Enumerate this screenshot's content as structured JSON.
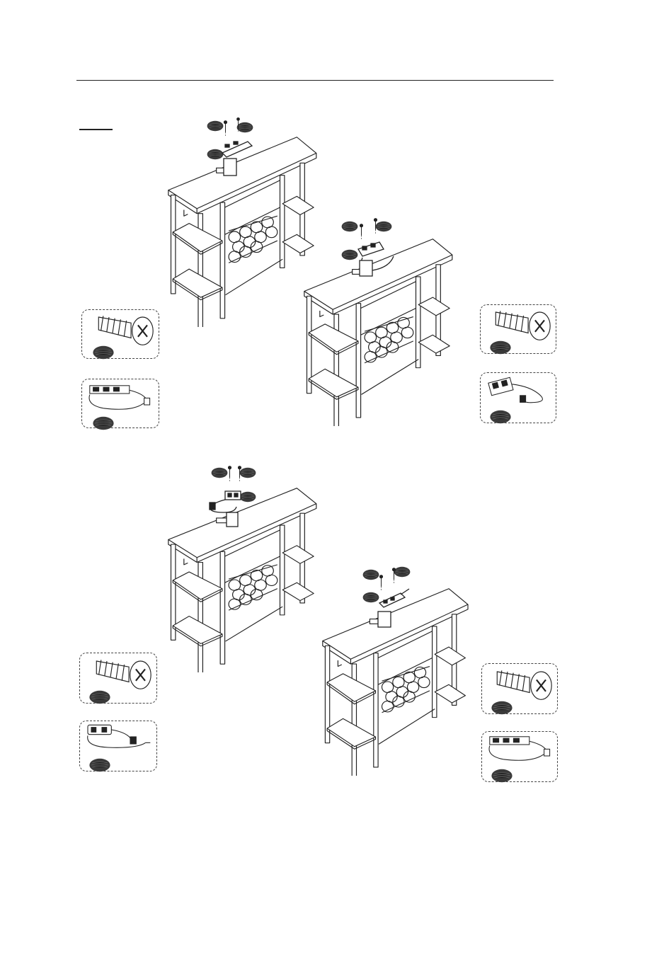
{
  "colors": {
    "ink": "#222222",
    "badge": "#3a3a3a",
    "paper": "#ffffff"
  },
  "icons": {
    "screw": "screw-icon",
    "power_strip": "power-strip-icon",
    "badge": "part-badge-icon",
    "cabinet": "wine-cabinet-icon"
  },
  "steps": [
    {
      "strip_variant": "rail-with-cord"
    },
    {
      "strip_variant": "compact-box"
    },
    {
      "strip_variant": "puck-with-cord"
    },
    {
      "strip_variant": "rail-with-cord-alt"
    }
  ]
}
